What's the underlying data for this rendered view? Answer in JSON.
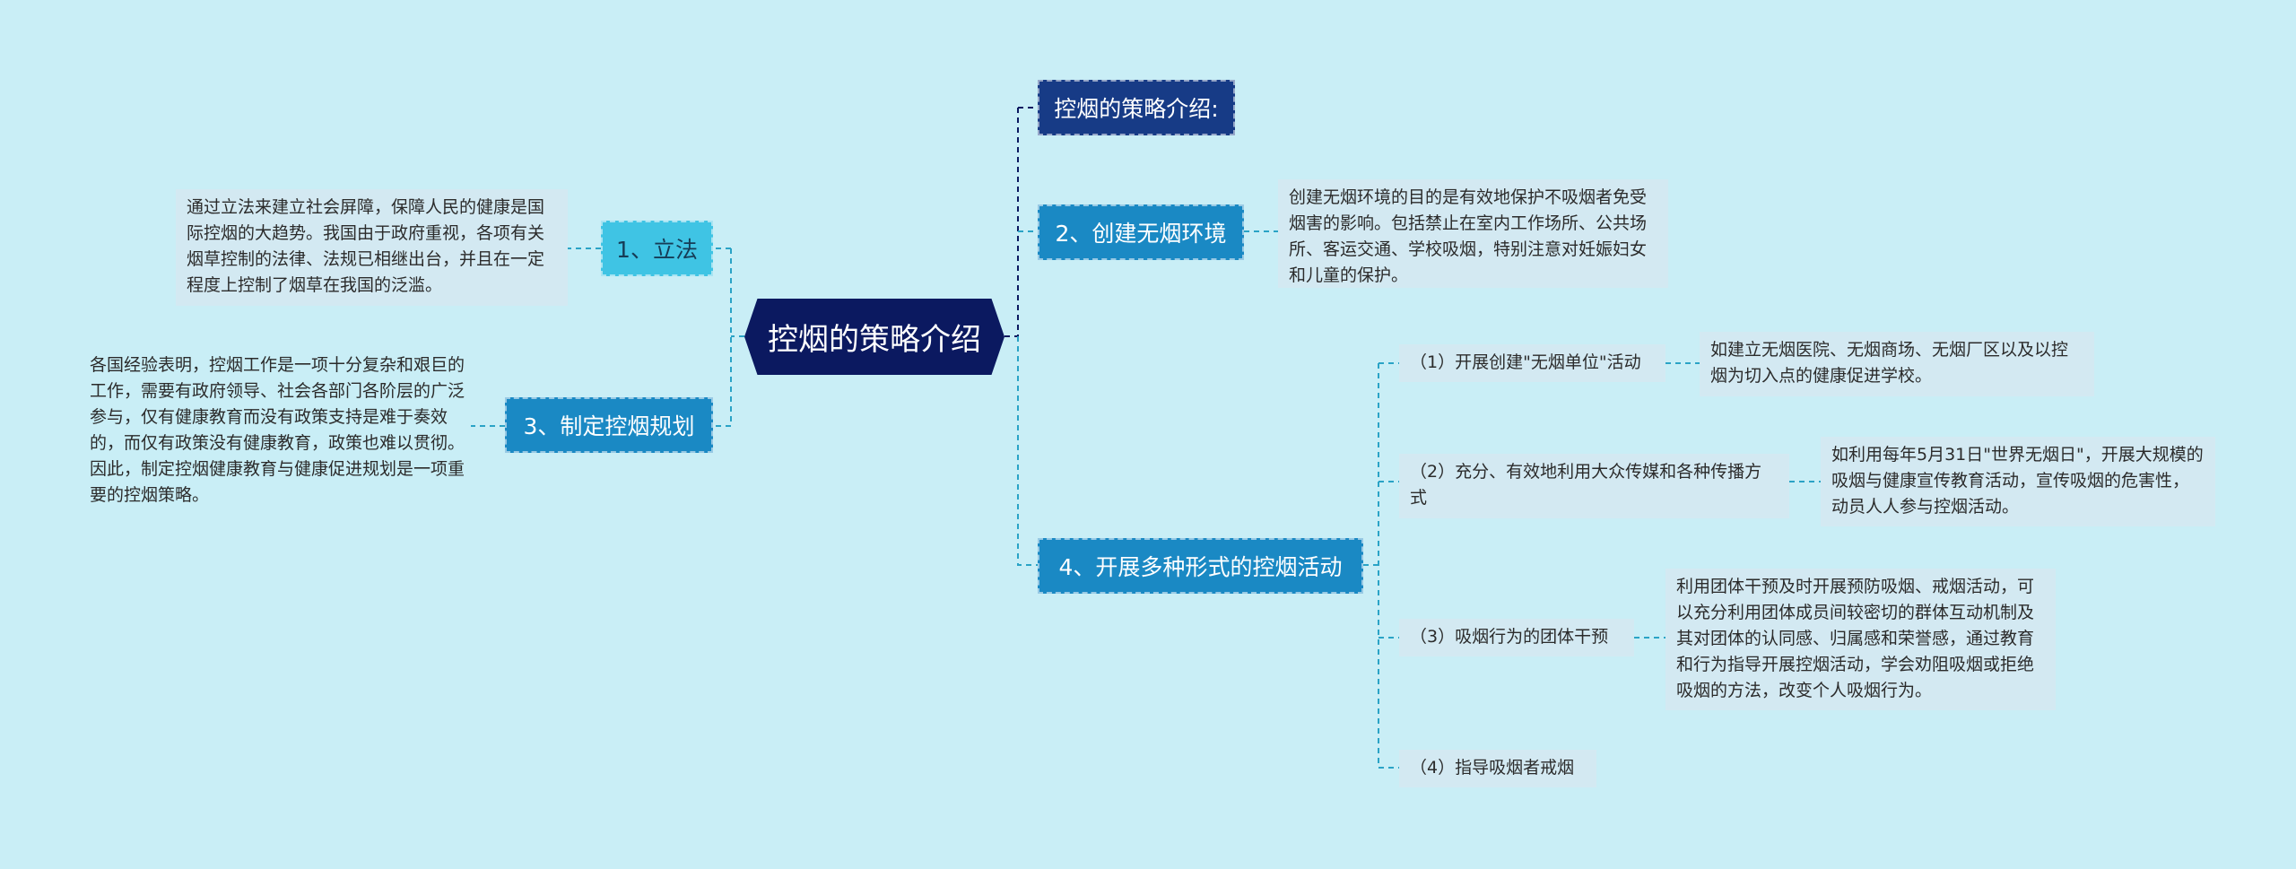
{
  "center": {
    "label": "控烟的策略介绍"
  },
  "branches": {
    "intro": {
      "label": "控烟的策略介绍:"
    },
    "smoke_free": {
      "label": "2、创建无烟环境",
      "detail": "创建无烟环境的目的是有效地保护不吸烟者免受烟害的影响。包括禁止在室内工作场所、公共场所、客运交通、学校吸烟，特别注意对妊娠妇女和儿童的保护。"
    },
    "activities": {
      "label": "4、开展多种形式的控烟活动",
      "items": [
        {
          "label": "（1）开展创建\"无烟单位\"活动",
          "detail": "如建立无烟医院、无烟商场、无烟厂区以及以控烟为切入点的健康促进学校。"
        },
        {
          "label": "（2）充分、有效地利用大众传媒和各种传播方式",
          "detail": "如利用每年5月31日\"世界无烟日\"，开展大规模的吸烟与健康宣传教育活动，宣传吸烟的危害性，动员人人参与控烟活动。"
        },
        {
          "label": "（3）吸烟行为的团体干预",
          "detail": "利用团体干预及时开展预防吸烟、戒烟活动，可以充分利用团体成员间较密切的群体互动机制及其对团体的认同感、归属感和荣誉感，通过教育和行为指导开展控烟活动，学会劝阻吸烟或拒绝吸烟的方法，改变个人吸烟行为。"
        },
        {
          "label": "（4）指导吸烟者戒烟"
        }
      ]
    },
    "legislation": {
      "label": "1、立法",
      "detail": "通过立法来建立社会屏障，保障人民的健康是国际控烟的大趋势。我国由于政府重视，各项有关烟草控制的法律、法规已相继出台，并且在一定程度上控制了烟草在我国的泛滥。"
    },
    "planning": {
      "label": "3、制定控烟规划",
      "detail": "各国经验表明，控烟工作是一项十分复杂和艰巨的工作，需要有政府领导、社会各部门各阶层的广泛参与，仅有健康教育而没有政策支持是难于奏效的，而仅有政策没有健康教育，政策也难以贯彻。因此，制定控烟健康教育与健康促进规划是一项重要的控烟策略。"
    }
  },
  "colors": {
    "background": "#c9eef6",
    "center": "#0b1960",
    "intro": "#173b86",
    "level1": "#1a89c4",
    "level1_left": "#3fc4e4",
    "leaf": "#d3e9f2",
    "link": "#2aa3c6",
    "link_dark": "#0b1960"
  }
}
